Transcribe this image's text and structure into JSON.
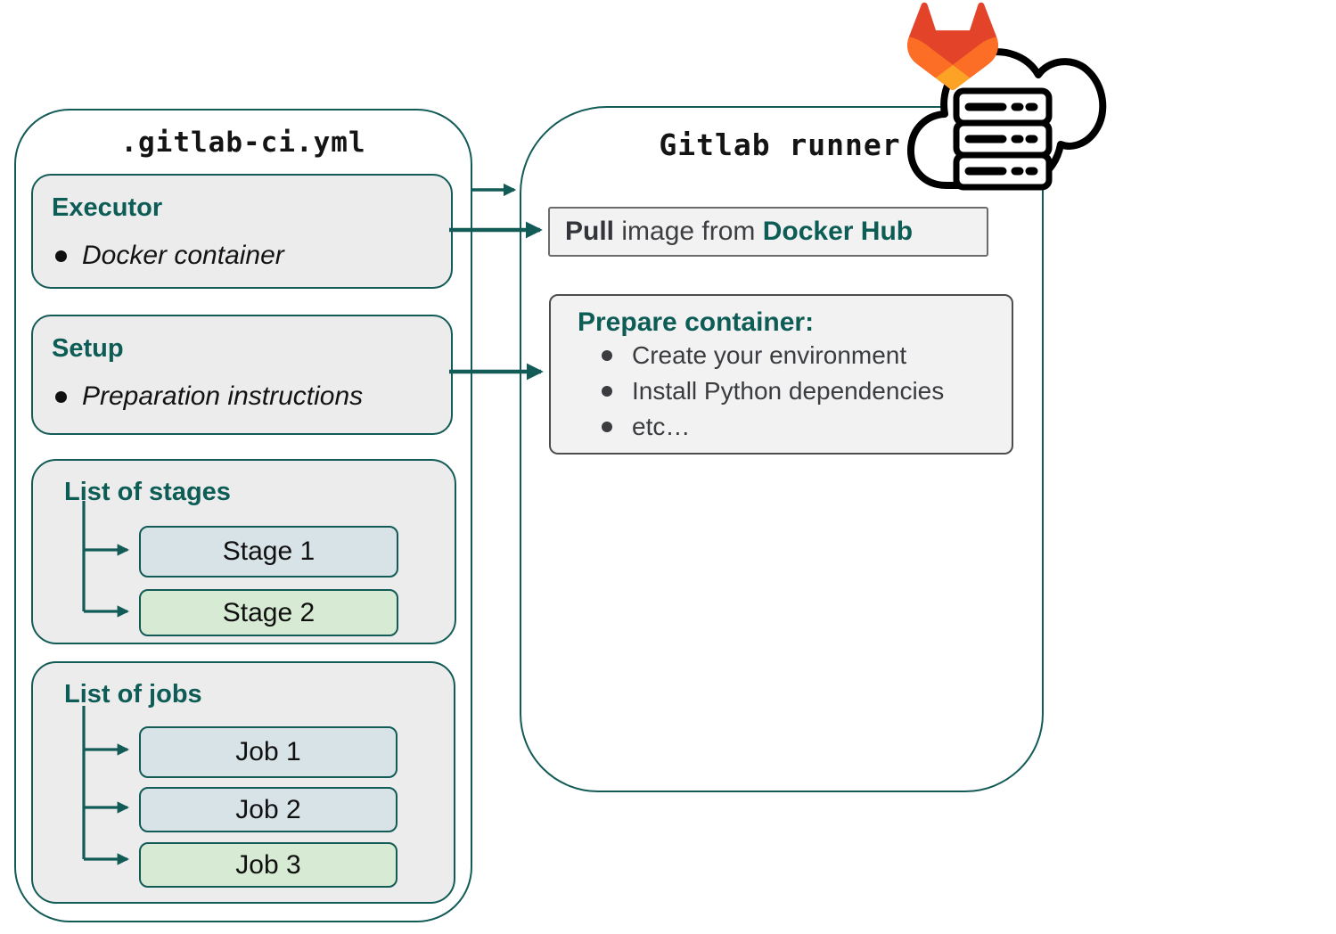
{
  "colors": {
    "teal": "#135b57",
    "teal_text": "#0d5c55",
    "card_bg": "#ececec",
    "runner_box_bg": "#f2f2f2",
    "gray_border": "#5f5f5f",
    "stage_blue": "#d7e3e7",
    "stage_green": "#d7ead3",
    "dark_text": "#161616",
    "gray_text": "#3c3e42",
    "logo_red": "#e24329",
    "logo_orange": "#fc6d26",
    "logo_yellow": "#fca326",
    "icon_black": "#000000"
  },
  "left_panel": {
    "title": ".gitlab-ci.yml",
    "executor": {
      "title": "Executor",
      "items": [
        "Docker container"
      ]
    },
    "setup": {
      "title": "Setup",
      "items": [
        "Preparation instructions"
      ]
    },
    "stages": {
      "title": "List of stages",
      "items": [
        "Stage 1",
        "Stage 2"
      ]
    },
    "jobs": {
      "title": "List of jobs",
      "items": [
        "Job 1",
        "Job 2",
        "Job 3"
      ]
    }
  },
  "right_panel": {
    "title": "Gitlab runner",
    "pull_box": {
      "bold_start": "Pull",
      "middle": " image from ",
      "bold_end": "Docker Hub"
    },
    "prepare_box": {
      "title": "Prepare container:",
      "items": [
        "Create your environment",
        "Install Python dependencies",
        "etc…"
      ]
    }
  },
  "icons": {
    "gitlab_logo": "gitlab-tanuki-logo",
    "cloud_server": "cloud-server-icon",
    "arrows": "teal-flow-arrows"
  }
}
